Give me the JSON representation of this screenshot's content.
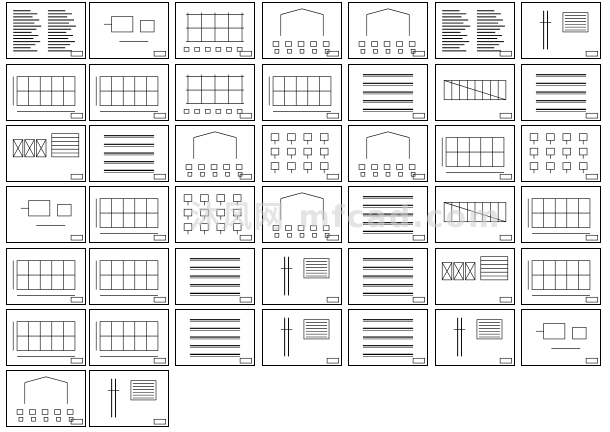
{
  "drawing_set": {
    "sheets": [
      {
        "kind": "notes"
      },
      {
        "kind": "plan-small"
      },
      {
        "kind": "frame-elevation"
      },
      {
        "kind": "portal-frame"
      },
      {
        "kind": "portal-frame"
      },
      {
        "kind": "notes"
      },
      {
        "kind": "column-detail"
      },
      {
        "kind": "plan-grid"
      },
      {
        "kind": "plan-grid"
      },
      {
        "kind": "frame-elevation"
      },
      {
        "kind": "plan-grid"
      },
      {
        "kind": "members"
      },
      {
        "kind": "elevation-long"
      },
      {
        "kind": "members"
      },
      {
        "kind": "bracing-table"
      },
      {
        "kind": "members"
      },
      {
        "kind": "portal-frame"
      },
      {
        "kind": "details"
      },
      {
        "kind": "portal-frame"
      },
      {
        "kind": "plan-grid"
      },
      {
        "kind": "details"
      },
      {
        "kind": "plan-small"
      },
      {
        "kind": "plan-grid"
      },
      {
        "kind": "details"
      },
      {
        "kind": "portal-frame"
      },
      {
        "kind": "members"
      },
      {
        "kind": "elevation-long"
      },
      {
        "kind": "plan-grid"
      },
      {
        "kind": "plan-grid"
      },
      {
        "kind": "plan-grid"
      },
      {
        "kind": "members"
      },
      {
        "kind": "column-detail"
      },
      {
        "kind": "members"
      },
      {
        "kind": "bracing-table"
      },
      {
        "kind": "plan-grid"
      },
      {
        "kind": "plan-grid"
      },
      {
        "kind": "plan-grid"
      },
      {
        "kind": "members"
      },
      {
        "kind": "column-detail"
      },
      {
        "kind": "members"
      },
      {
        "kind": "column-detail"
      },
      {
        "kind": "plan-small"
      },
      {
        "kind": "portal-frame"
      },
      {
        "kind": "column-detail"
      }
    ]
  },
  "watermark": {
    "text": "沐风网 mfcad.com"
  }
}
